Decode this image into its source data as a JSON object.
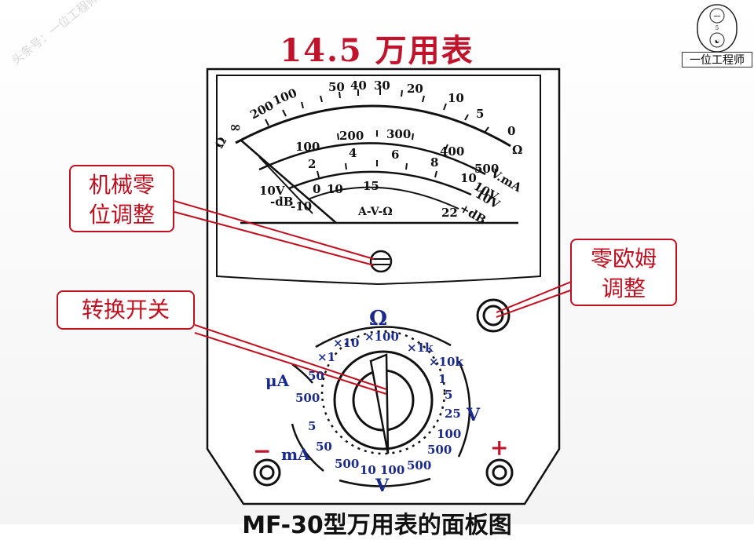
{
  "title": "14.5 万用表",
  "watermark": "头条号：一位工程师",
  "logo": {
    "text": "一位工程师"
  },
  "callouts": {
    "mechanical_zero": [
      "机械零",
      "位调整"
    ],
    "ohm_zero": [
      "零欧姆",
      "调整"
    ],
    "switch": "转换开关"
  },
  "caption": "MF-30型万用表的面板图",
  "dial": {
    "ohm_labels": [
      "∞",
      "200",
      "100",
      "50",
      "40",
      "30",
      "20",
      "10",
      "5",
      "0"
    ],
    "ohm_symbol_left": "Ω",
    "ohm_symbol_right": "Ω",
    "v_labels": [
      "100",
      "200",
      "300",
      "400",
      "500"
    ],
    "v_unit": "V.mA",
    "low_labels": [
      "2",
      "4",
      "6",
      "8",
      "10"
    ],
    "low_unit": "10V",
    "db_labels": [
      "-10",
      "0",
      "10",
      "15",
      "22"
    ],
    "db_left": "-dB",
    "db_left_top": "10V",
    "db_right": "+dB",
    "db_right_top": "10V",
    "center_label": "A-V-Ω"
  },
  "switch": {
    "ohm_symbol": "Ω",
    "ohm_ranges": [
      "×1",
      "×10",
      "×100",
      "×1k",
      "×10k"
    ],
    "dcv_ranges": [
      "1",
      "5",
      "25",
      "100",
      "500"
    ],
    "dcv_symbol": "V",
    "acv_ranges": [
      "500",
      "10",
      "100",
      "500"
    ],
    "acv_symbol": "V",
    "ua_symbol": "μA",
    "ua_ranges": [
      "50",
      "500"
    ],
    "ma_symbol": "mA",
    "ma_ranges": [
      "5",
      "50"
    ],
    "minus": "−",
    "plus": "+"
  },
  "colors": {
    "accent": "#c0142c",
    "label": "#1a2a8a",
    "line": "#111111"
  }
}
